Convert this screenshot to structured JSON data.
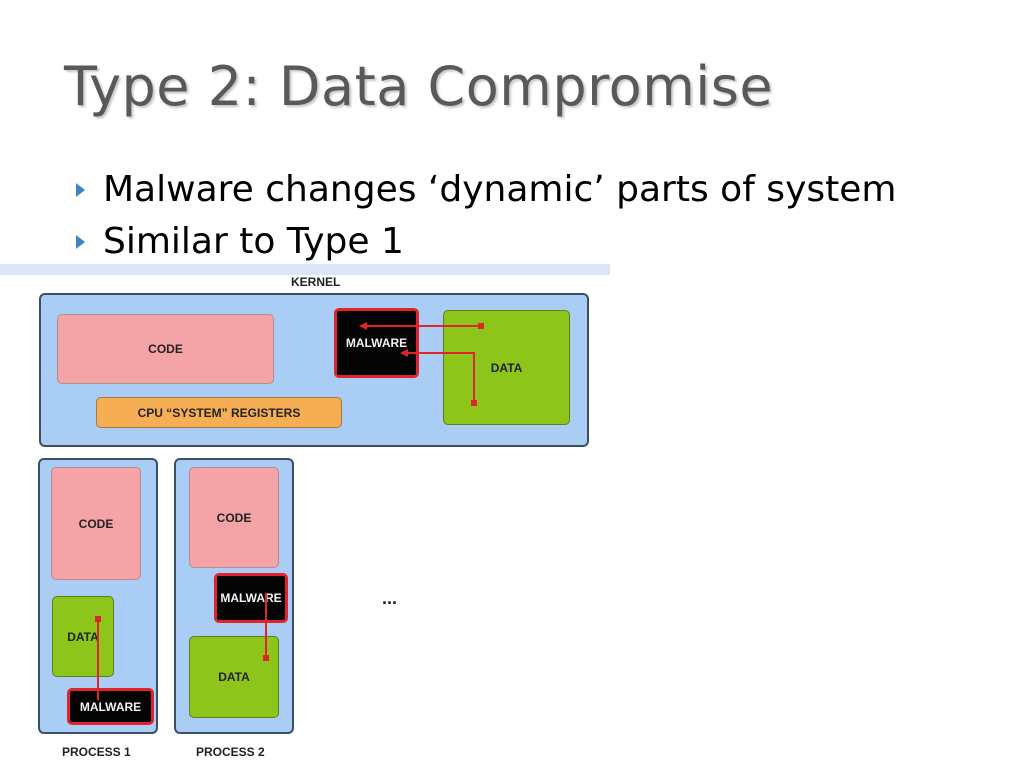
{
  "slide": {
    "title": "Type 2: Data Compromise",
    "bullets": [
      "Malware changes ‘dynamic’ parts of system",
      "Similar to Type 1"
    ]
  },
  "diagram": {
    "kernel": {
      "label": "KERNEL",
      "code": "CODE",
      "malware": "MALWARE",
      "data": "DATA",
      "registers": "CPU “SYSTEM” REGISTERS"
    },
    "process1": {
      "label": "PROCESS 1",
      "code": "CODE",
      "data": "DATA",
      "malware": "MALWARE"
    },
    "process2": {
      "label": "PROCESS 2",
      "code": "CODE",
      "malware": "MALWARE",
      "data": "DATA"
    },
    "ellipsis": "...",
    "colors": {
      "panel": "#a9cdf4",
      "code": "#f4a3a7",
      "data": "#8ec51a",
      "registers": "#f6ae54",
      "malware": "#050505",
      "arrow": "#e0242c"
    }
  }
}
